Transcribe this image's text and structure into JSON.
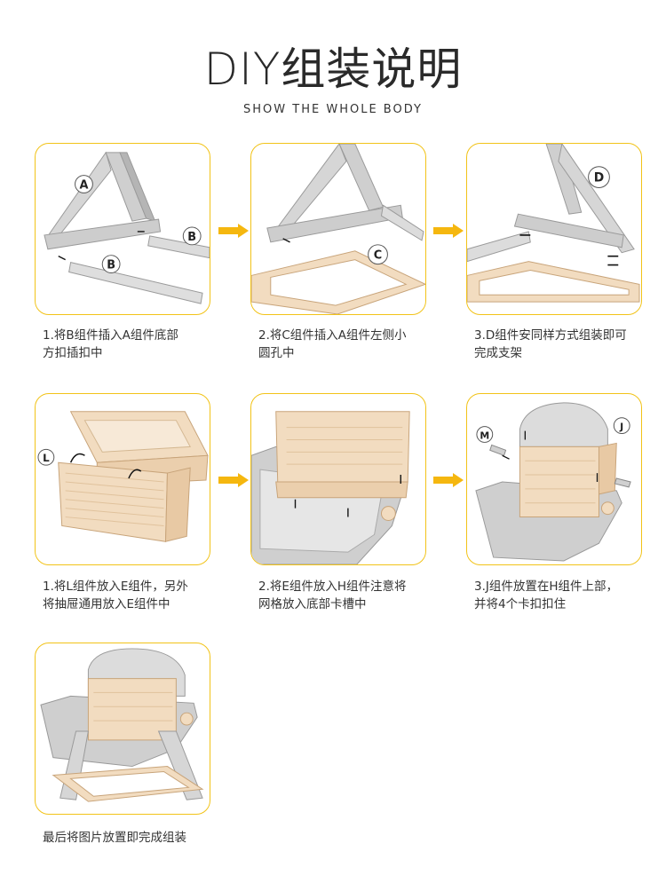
{
  "header": {
    "title": "DIY组装说明",
    "subtitle": "SHOW THE WHOLE BODY"
  },
  "steps": [
    {
      "caption_line1": "1.将B组件插入A组件底部",
      "caption_line2": "方扣插扣中",
      "labels": [
        "A",
        "B",
        "B"
      ]
    },
    {
      "caption_line1": "2.将C组件插入A组件左侧小",
      "caption_line2": "圆孔中",
      "labels": [
        "C"
      ]
    },
    {
      "caption_line1": "3.D组件安同样方式组装即可",
      "caption_line2": "完成支架",
      "labels": [
        "D"
      ]
    },
    {
      "caption_line1": "1.将L组件放入E组件，另外",
      "caption_line2": "将抽屉通用放入E组件中",
      "labels": [
        "L"
      ]
    },
    {
      "caption_line1": "2.将E组件放入H组件注意将",
      "caption_line2": "网格放入底部卡槽中",
      "labels": []
    },
    {
      "caption_line1": "3.J组件放置在H组件上部，",
      "caption_line2": "并将4个卡扣扣住",
      "labels": [
        "M",
        "J"
      ]
    },
    {
      "caption_line1": "最后将图片放置即完成组装",
      "caption_line2": "",
      "labels": []
    }
  ],
  "colors": {
    "border": "#f2c318",
    "arrow": "#f5b70f",
    "gray": "#c9c9c9",
    "beige": "#f2dcc0"
  },
  "icons": {
    "flow_arrow": "right-arrow-icon"
  }
}
